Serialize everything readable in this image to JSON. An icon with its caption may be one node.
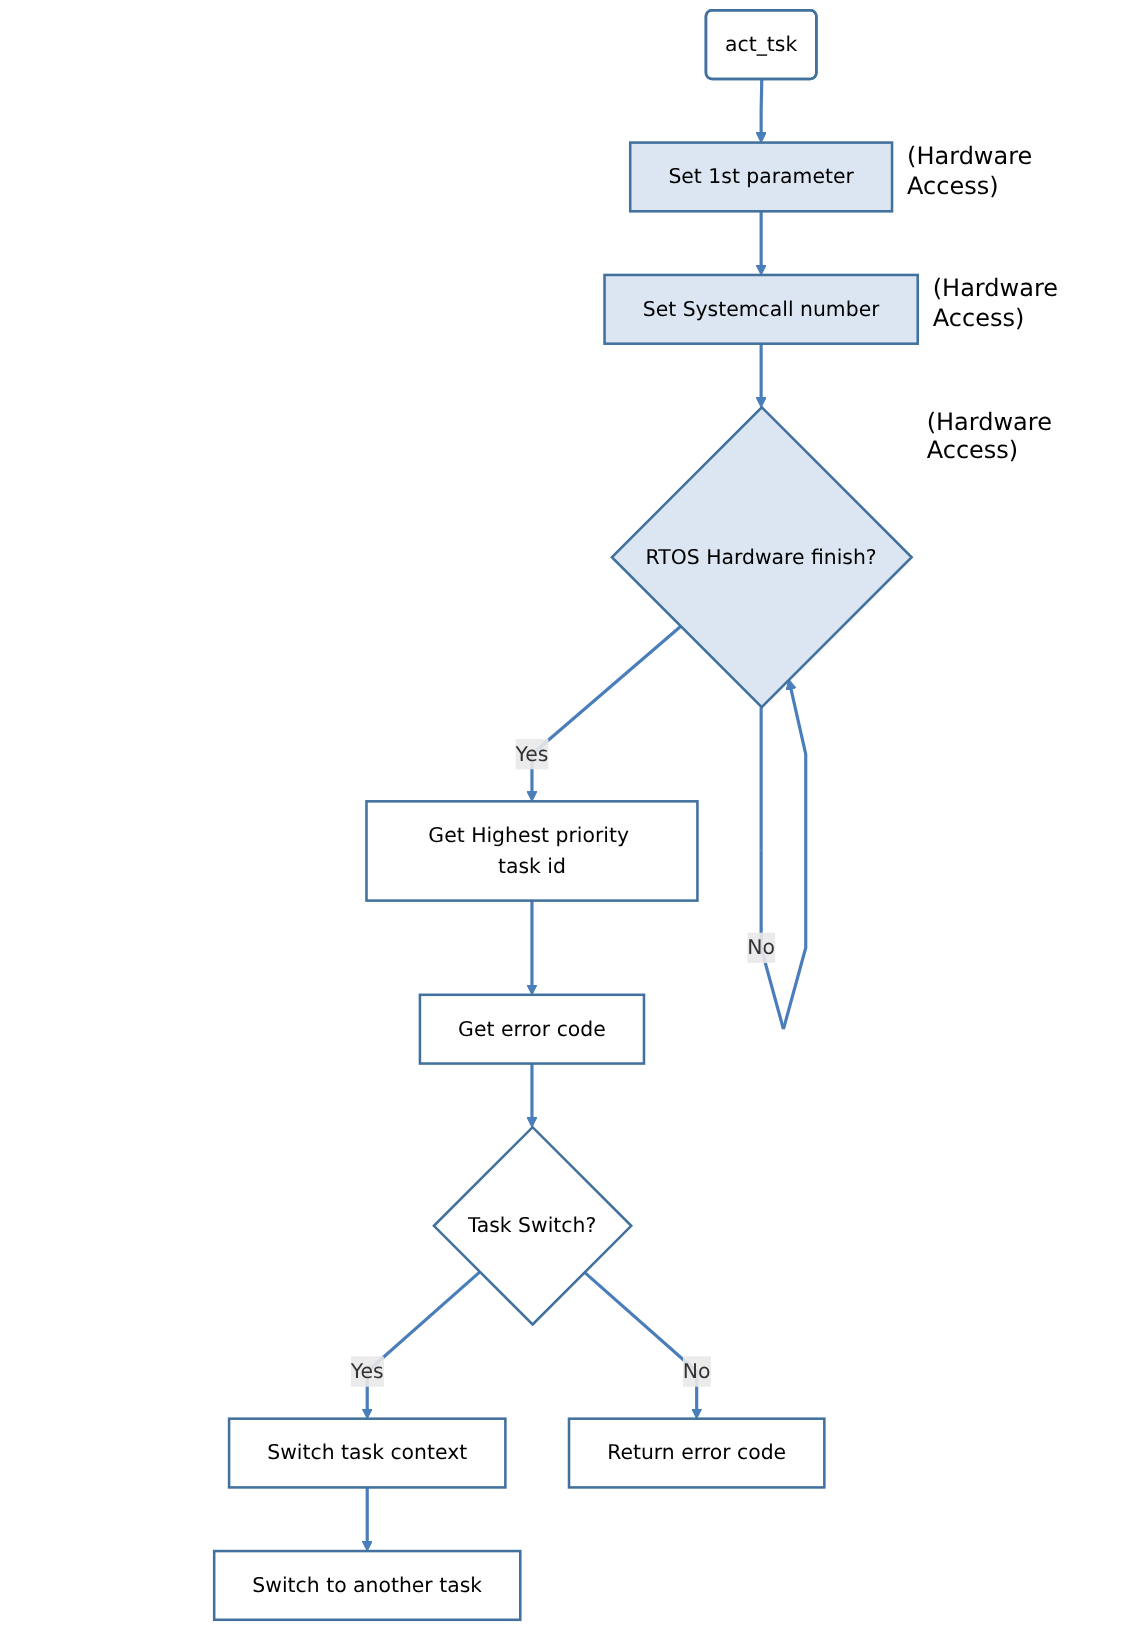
{
  "diagram": {
    "nodes": [
      {
        "text": [
          "act_tsk"
        ]
      },
      {
        "text": [
          "Set 1st parameter"
        ],
        "beside": [
          "(Hardware Access)"
        ]
      },
      {
        "text": [
          "Set Systemcall number"
        ],
        "beside": [
          "(Hardware Access)"
        ]
      },
      {
        "text": [
          "RTOS Hardware finish?"
        ],
        "beside": [
          "(Hardware Access)"
        ]
      },
      {
        "text": [
          "Get Highest priority task id"
        ]
      },
      {
        "text": [
          "Get error code"
        ]
      },
      {
        "text": [
          "Task Switch?"
        ]
      },
      {
        "text": [
          "Switch task context"
        ]
      },
      {
        "text": [
          "Switch to another task"
        ]
      },
      {
        "text": [
          "Return error code"
        ]
      }
    ],
    "edges": [
      {
        "from": 0,
        "to": 1,
        "arrow": "to"
      },
      {
        "from": 1,
        "to": 2,
        "arrow": "to"
      },
      {
        "from": 2,
        "to": 3,
        "arrow": "to"
      },
      {
        "from": 3,
        "to": 3,
        "label": "No",
        "arrow": "to"
      },
      {
        "from": 3,
        "to": 4,
        "label": "Yes",
        "arrow": "to"
      },
      {
        "from": 4,
        "to": 5,
        "arrow": "to"
      },
      {
        "from": 5,
        "to": 6,
        "arrow": "to"
      },
      {
        "from": 6,
        "to": 7,
        "label": "Yes",
        "arrow": "to"
      },
      {
        "from": 6,
        "to": 9,
        "label": "No",
        "arrow": "to"
      },
      {
        "from": 7,
        "to": 8,
        "arrow": "to"
      }
    ]
  }
}
